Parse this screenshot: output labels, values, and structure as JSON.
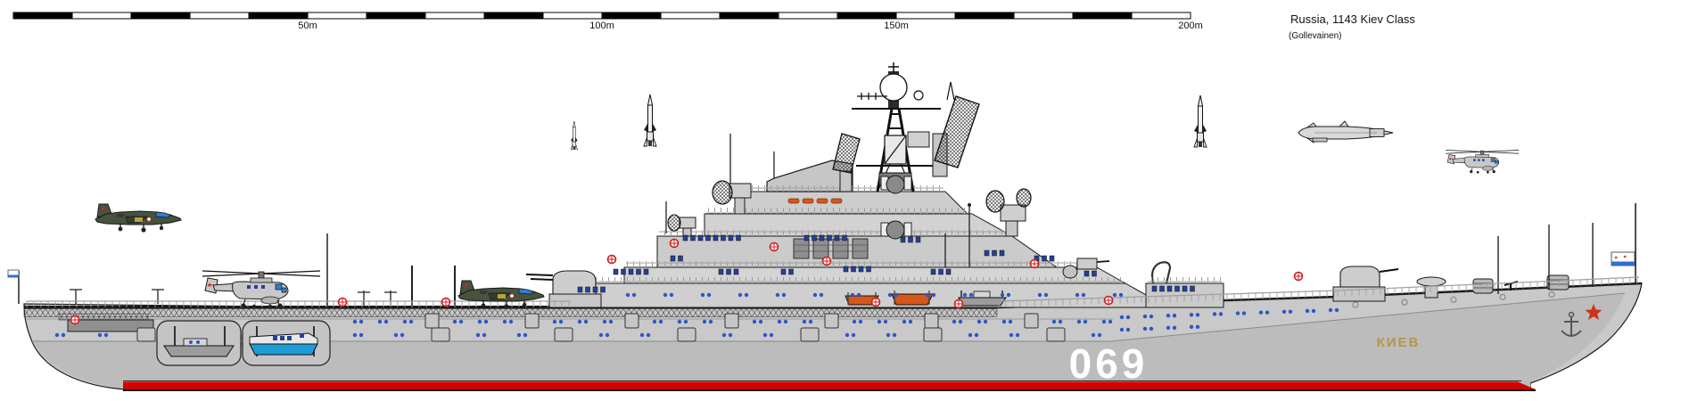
{
  "title": {
    "line1": "Russia, 1143 Kiev Class",
    "line2": "(Gollevainen)"
  },
  "scale_bar": {
    "labels": [
      "50m",
      "100m",
      "150m",
      "200m"
    ],
    "tick_meters": 10,
    "total_meters": 200,
    "segments": 20
  },
  "ship": {
    "hull_number": "069",
    "name": "КИЕВ",
    "class": "1143 Kiev Class",
    "country": "Russia"
  },
  "colors": {
    "hull_upper": "#c9c9c9",
    "hull_lower": "#bcbcbc",
    "superstructure": "#cfcfcf",
    "outline": "#1a1a1a",
    "waterline_red": "#d40000",
    "porthole_blue": "#2f55c8",
    "window_navy": "#25409a",
    "lifeboat_orange": "#d4581a",
    "boat_blue": "#1e9cd7",
    "name_gold": "#b5954a",
    "star_red": "#cc3517",
    "aircraft_green": "#47523f",
    "canopy_blue": "#2f7fd4"
  },
  "components": [
    "scale-bar",
    "flight-deck",
    "island-superstructure",
    "lattice-mast",
    "top-sail-radar",
    "top-steer-radar",
    "head-light-director",
    "sam-launcher",
    "gun-turret",
    "funnel",
    "yak-38-flying",
    "yak-38-on-deck",
    "ka-25-hovering",
    "ka-25-flying",
    "cruise-missile",
    "sam-missile-small",
    "sam-missile-medium",
    "naval-ensign-flag",
    "bow-star",
    "anchor",
    "lifeboats",
    "boat-bays",
    "hull-number",
    "ship-name"
  ]
}
